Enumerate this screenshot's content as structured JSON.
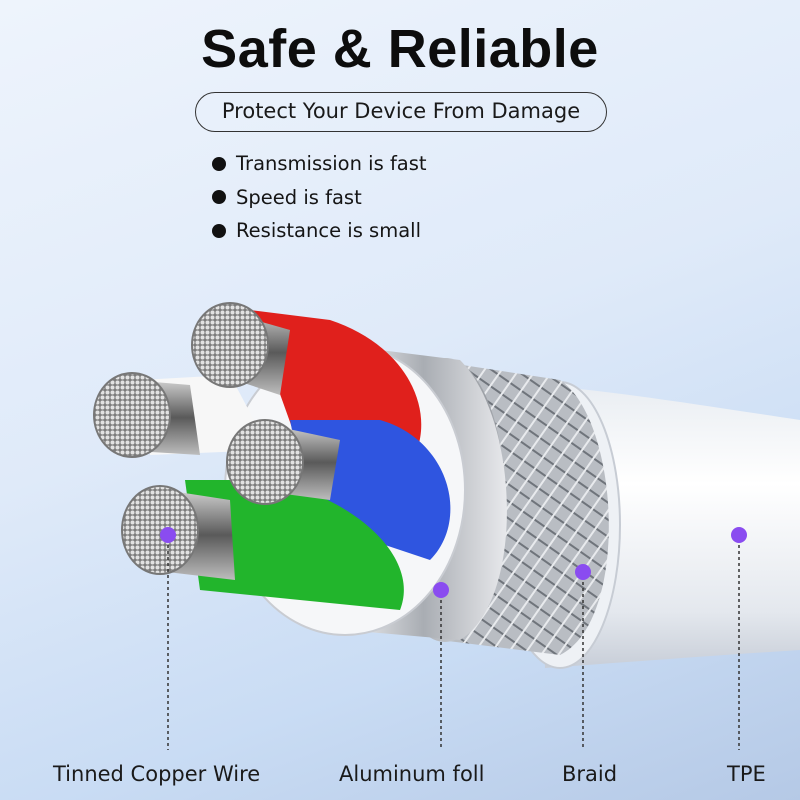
{
  "title": "Safe & Reliable",
  "subtitle": "Protect Your Device From Damage",
  "features": [
    "Transmission is fast",
    "Speed is fast",
    "Resistance is small"
  ],
  "labels": {
    "copper": "Tinned Copper Wire",
    "foil": "Aluminum foll",
    "braid": "Braid",
    "tpe": "TPE"
  },
  "colors": {
    "marker": "#8a4cf0",
    "red": "#e0201c",
    "blue": "#2f55e0",
    "green": "#22b52c"
  }
}
